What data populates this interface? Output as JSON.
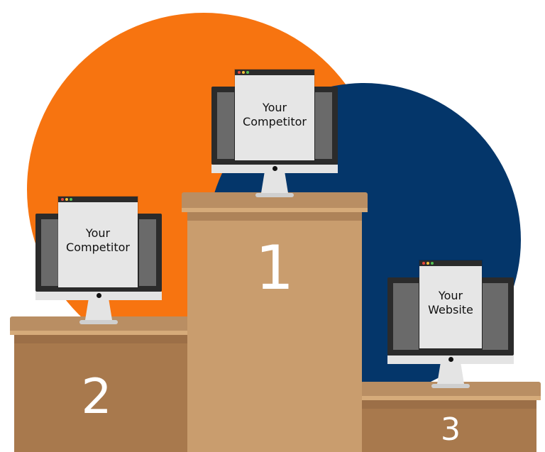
{
  "colors": {
    "orange": "#f77410",
    "navy": "#04366a",
    "wood_top": "#b98e63",
    "wood_lip": "#d6ab7a",
    "wood_body": "#a8794d",
    "wood_body_center": "#c99d6e",
    "wood_shade": "#8d6440",
    "frame": "#2b2b2b",
    "screen_gray": "#6a6a6a",
    "chin": "#e4e4e4",
    "window_bg": "#e6e6e6",
    "lamp_red": "#e8463a",
    "lamp_yellow": "#f5c23a",
    "lamp_green": "#53c253"
  },
  "podiums": {
    "first": {
      "number": "1"
    },
    "second": {
      "number": "2"
    },
    "third": {
      "number": "3"
    }
  },
  "monitors": {
    "center": {
      "line1": "Your",
      "line2": "Competitor"
    },
    "left": {
      "line1": "Your",
      "line2": "Competitor"
    },
    "right": {
      "line1": "Your",
      "line2": "Website"
    }
  }
}
